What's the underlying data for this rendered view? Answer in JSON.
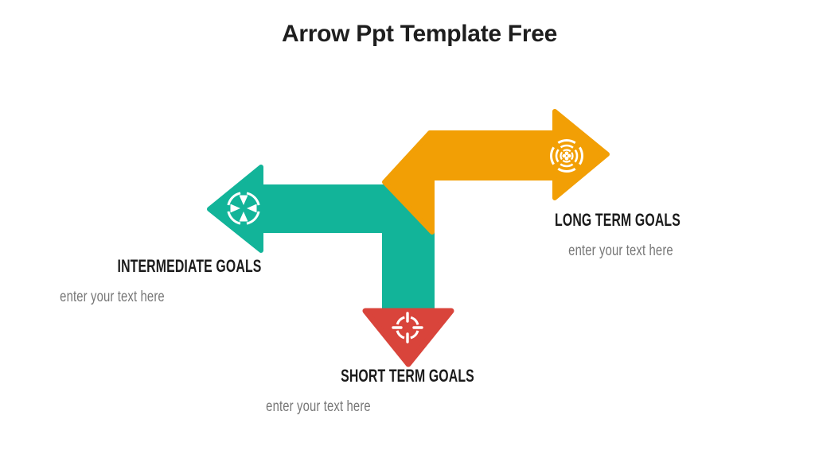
{
  "slide": {
    "title": "Arrow Ppt Template Free"
  },
  "colors": {
    "orange": "#F29F05",
    "teal": "#12B499",
    "red": "#D9443B",
    "icon_white": "#FFFFFF",
    "title_text": "#1E1E1E",
    "label_text": "#1B1B1B",
    "muted_text": "#767676"
  },
  "goals": [
    {
      "label": "LONG TERM GOALS",
      "placeholder": "enter your text here",
      "icon": "radar-rings-icon",
      "color": "#F29F05"
    },
    {
      "label": "INTERMEDIATE GOALS",
      "placeholder": "enter your text here",
      "icon": "converging-arrows-icon",
      "color": "#12B499"
    },
    {
      "label": "SHORT TERM GOALS",
      "placeholder": "enter your text here",
      "icon": "crosshair-target-icon",
      "color": "#D9443B"
    }
  ]
}
